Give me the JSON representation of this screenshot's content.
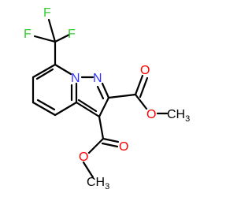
{
  "molecule": {
    "atoms": {
      "f_top": "F",
      "f_left": "F",
      "f_right": "F",
      "n_bridge": "N",
      "n_imine": "N",
      "o_ester1_carbonyl": "O",
      "o_ester1_ether": "O",
      "ch3_ester1": "CH",
      "ch3_ester1_sub": "3",
      "o_ester2_carbonyl": "O",
      "o_ester2_ether": "O",
      "ch3_ester2": "CH",
      "ch3_ester2_sub": "3"
    }
  },
  "colors": {
    "fluorine": "#33CC33",
    "nitrogen": "#3333FF",
    "oxygen": "#FF0000",
    "carbon": "#000000",
    "background": "#FFFFFF"
  }
}
